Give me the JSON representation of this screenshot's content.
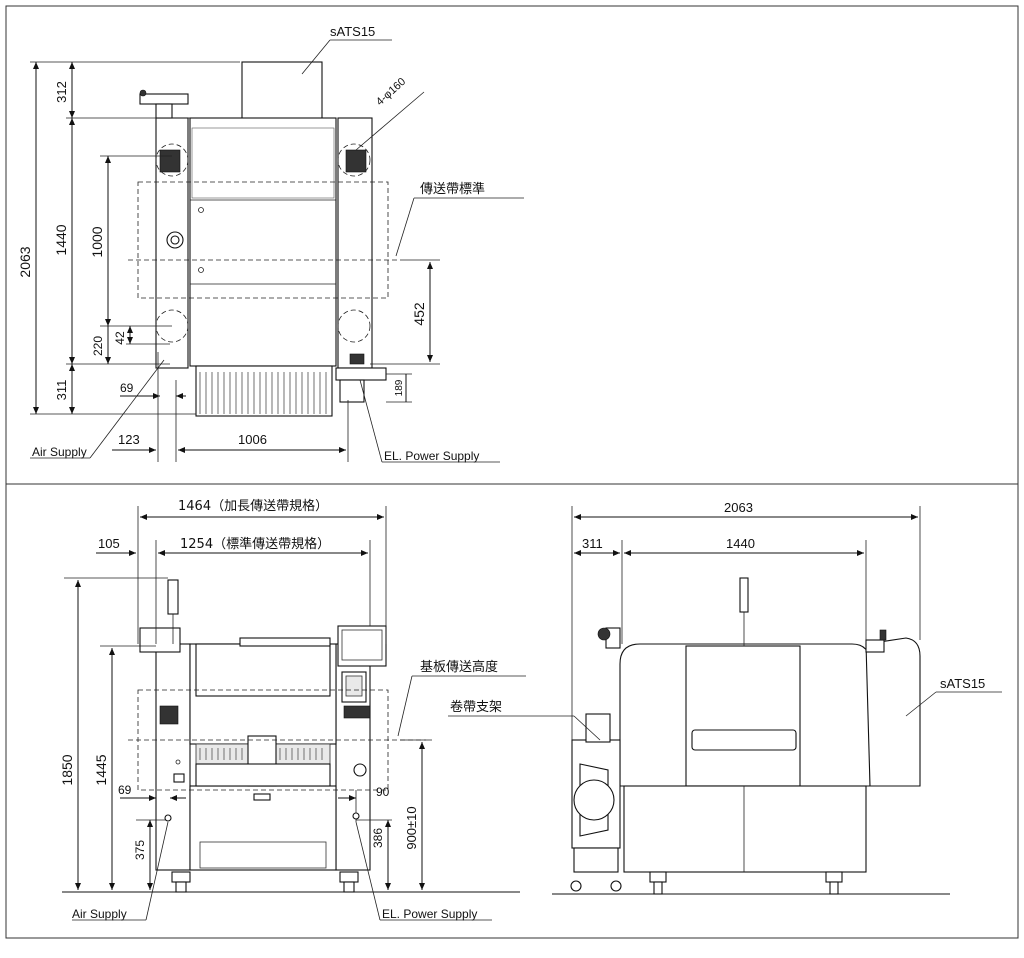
{
  "top_view": {
    "title": "sATS15",
    "hole_label": "4-φ160",
    "conveyor_label": "傳送帶標準",
    "dim_2063": "2063",
    "dim_312": "312",
    "dim_1440": "1440",
    "dim_1000": "1000",
    "dim_220": "220",
    "dim_42": "42",
    "dim_311": "311",
    "dim_69": "69",
    "dim_452": "452",
    "dim_189": "189",
    "dim_123": "123",
    "dim_1006": "1006",
    "air_supply": "Air Supply",
    "el_power": "EL. Power Supply"
  },
  "front_view": {
    "dim_1464": "1464（加長傳送帶規格）",
    "dim_105": "105",
    "dim_1254": "1254（標準傳送帶規格）",
    "board_height_label": "基板傳送高度",
    "dim_1850": "1850",
    "dim_1445": "1445",
    "dim_69": "69",
    "dim_375": "375",
    "dim_90": "90",
    "dim_386": "386",
    "dim_900": "900±10",
    "air_supply": "Air Supply",
    "el_power": "EL. Power Supply"
  },
  "side_view": {
    "dim_2063": "2063",
    "dim_311": "311",
    "dim_1440": "1440",
    "reel_label": "卷帶支架",
    "title": "sATS15"
  }
}
